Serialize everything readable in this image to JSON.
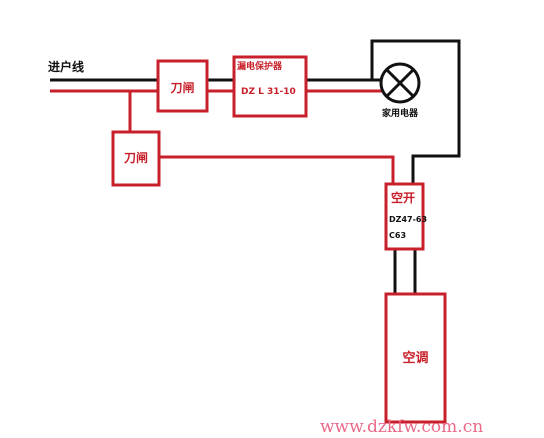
{
  "diagram": {
    "incoming_label": "进户线",
    "knife_switch_1": "刀闸",
    "knife_switch_2": "刀闸",
    "leakage_protector": {
      "title": "漏电保护器",
      "model": "DZ L 31-10"
    },
    "lamp_label": "家用电器",
    "breaker": {
      "title": "空开",
      "model": "DZ47-63",
      "rating": "C63"
    },
    "air_conditioner": "空调",
    "watermark": "www.dzkfw.com.cn"
  },
  "colors": {
    "live_wire": "#c8202a",
    "neutral_wire": "#111111",
    "box_border": "#c8202a",
    "watermark": "#e86a88"
  }
}
